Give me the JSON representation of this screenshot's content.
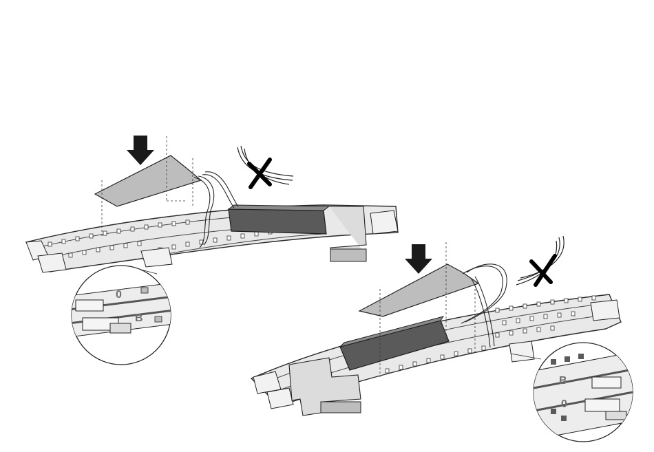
{
  "figure": {
    "left_assembly": {
      "detail_labels": [
        "0",
        "B"
      ]
    },
    "right_assembly": {
      "detail_labels": [
        "B",
        "0"
      ]
    },
    "colors": {
      "track": "#e9e9e9",
      "track_edge": "#2a2a2a",
      "sleeper_hole": "#ffffff",
      "cover_plate": "#bdbdbd",
      "decoder_box": "#5a5a5a",
      "arrow": "#1a1a1a"
    }
  }
}
